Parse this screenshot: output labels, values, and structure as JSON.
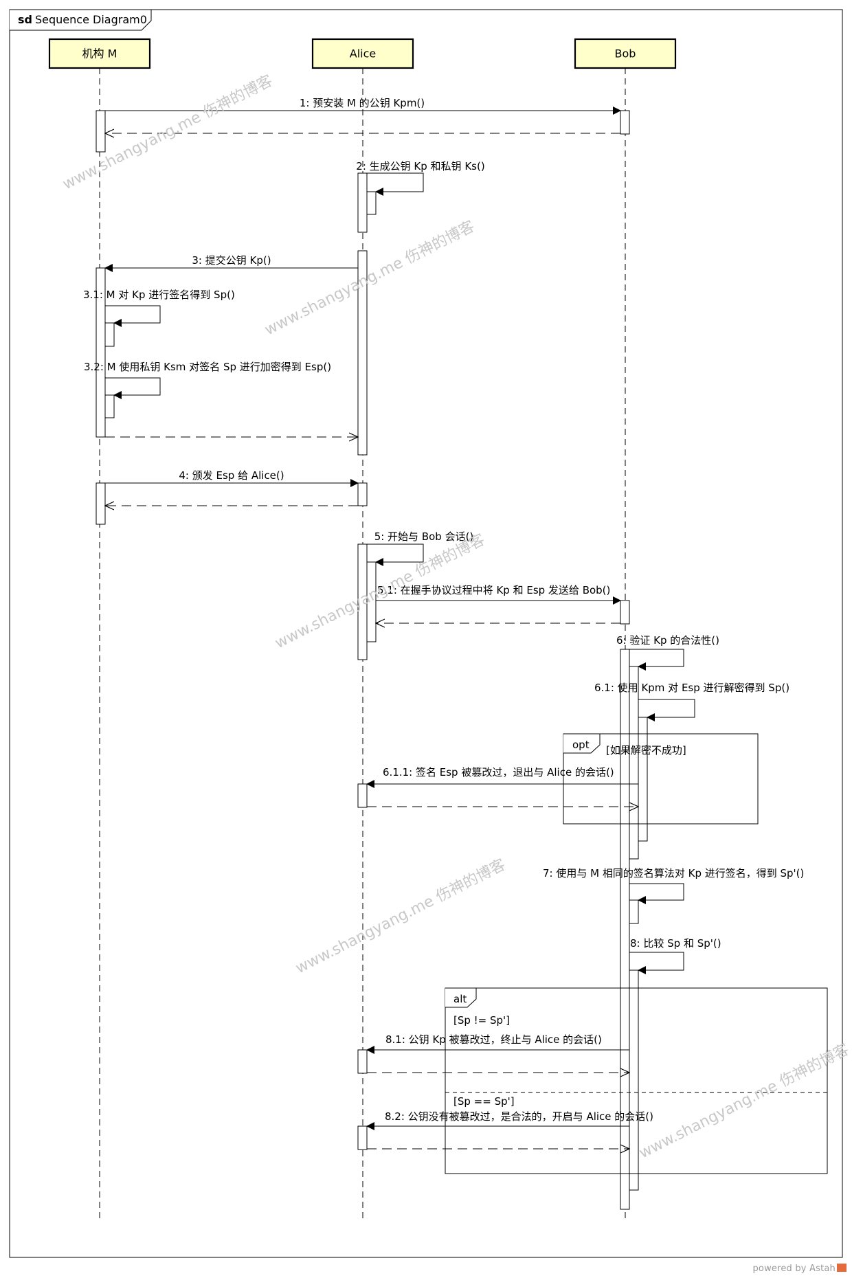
{
  "frame": {
    "keyword": "sd",
    "name": "Sequence Diagram0"
  },
  "lifelines": [
    {
      "id": "M",
      "label": "机构 M"
    },
    {
      "id": "A",
      "label": "Alice"
    },
    {
      "id": "B",
      "label": "Bob"
    }
  ],
  "messages": [
    {
      "num": "1",
      "text": "预安装 M 的公钥 Kpm()",
      "from": "M",
      "to": "B",
      "kind": "sync"
    },
    {
      "num": "2",
      "text": "生成公钥 Kp 和私钥 Ks()",
      "from": "A",
      "to": "A",
      "kind": "self"
    },
    {
      "num": "3",
      "text": "提交公钥 Kp()",
      "from": "A",
      "to": "M",
      "kind": "sync"
    },
    {
      "num": "3.1",
      "text": "M 对 Kp 进行签名得到 Sp()",
      "from": "M",
      "to": "M",
      "kind": "self"
    },
    {
      "num": "3.2",
      "text": "M 使用私钥 Ksm 对签名 Sp 进行加密得到 Esp()",
      "from": "M",
      "to": "M",
      "kind": "self"
    },
    {
      "num": "4",
      "text": "颁发 Esp 给 Alice()",
      "from": "M",
      "to": "A",
      "kind": "sync"
    },
    {
      "num": "5",
      "text": "开始与 Bob 会话()",
      "from": "A",
      "to": "A",
      "kind": "self"
    },
    {
      "num": "5.1",
      "text": "在握手协议过程中将 Kp 和 Esp 发送给 Bob()",
      "from": "A",
      "to": "B",
      "kind": "sync"
    },
    {
      "num": "6",
      "text": "验证 Kp 的合法性()",
      "from": "B",
      "to": "B",
      "kind": "self"
    },
    {
      "num": "6.1",
      "text": "使用 Kpm 对 Esp 进行解密得到 Sp()",
      "from": "B",
      "to": "B",
      "kind": "self"
    },
    {
      "num": "6.1.1",
      "text": "签名 Esp 被篡改过，退出与 Alice 的会话()",
      "from": "B",
      "to": "A",
      "kind": "sync"
    },
    {
      "num": "7",
      "text": "使用与 M 相同的签名算法对 Kp 进行签名，得到 Sp'()",
      "from": "B",
      "to": "B",
      "kind": "self"
    },
    {
      "num": "8",
      "text": "比较 Sp 和 Sp'()",
      "from": "B",
      "to": "B",
      "kind": "self"
    },
    {
      "num": "8.1",
      "text": "公钥 Kp 被篡改过，终止与 Alice 的会话()",
      "from": "B",
      "to": "A",
      "kind": "sync"
    },
    {
      "num": "8.2",
      "text": "公钥没有被篡改过，是合法的，开启与 Alice 的会话()",
      "from": "B",
      "to": "A",
      "kind": "sync"
    }
  ],
  "fragments": [
    {
      "operator": "opt",
      "guards": [
        "[如果解密不成功]"
      ]
    },
    {
      "operator": "alt",
      "guards": [
        "[Sp != Sp']",
        "[Sp == Sp']"
      ]
    }
  ],
  "watermark": "www.shangyang.me 伤神的博客",
  "footer": "powered by Astah",
  "colors": {
    "lifeline_head_fill": "#ffffcc",
    "line": "#000000",
    "watermark": "#c0c0c0"
  }
}
